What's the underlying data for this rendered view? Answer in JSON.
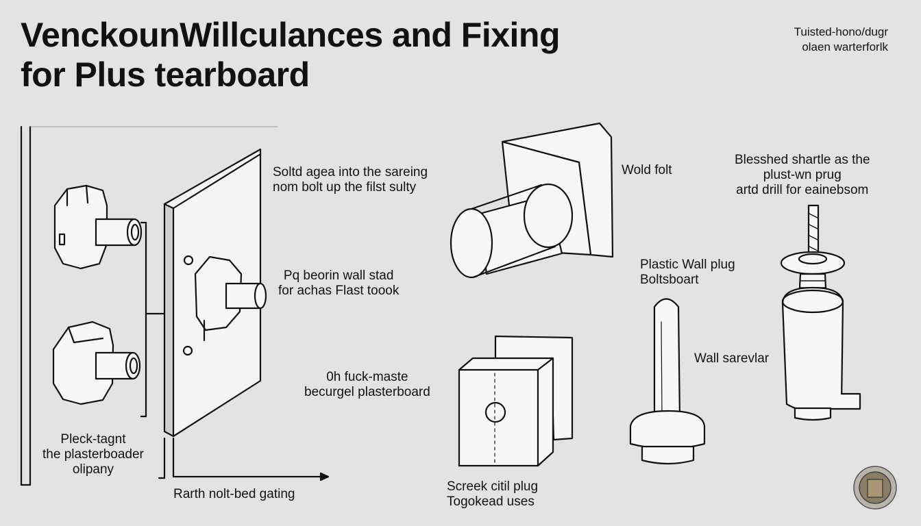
{
  "title": {
    "line1": "VenckounWillculances and Fixing",
    "line2": "for Plus tearboard"
  },
  "corner_note": {
    "line1": "Tuisted-hono/dugr",
    "line2": "olaen warterforlk"
  },
  "labels": {
    "solid_edge": {
      "line1": "Soltd agea into the sareing",
      "line2": "nom bolt up the filst sulty"
    },
    "bearing": {
      "line1": "Pq beorin wall stad",
      "line2": "for achas Flast toook"
    },
    "fleck": {
      "line1": "Pleck-tagnt",
      "line2": "the plasterboader",
      "line3": "olipany"
    },
    "earth": {
      "line1": "Rarth nolt-bed gating"
    },
    "wold": {
      "line1": "Wold folt"
    },
    "fuck_maste": {
      "line1": "0h fuck-maste",
      "line2": "becurgel plasterboard"
    },
    "screek": {
      "line1": "Screek citil plug",
      "line2": "Togokead uses"
    },
    "plastic_plug": {
      "line1": "Plastic Wall plug",
      "line2": "Boltsboart"
    },
    "blesshed": {
      "line1": "Blesshed shartle as the",
      "line2": "plust-wn prug",
      "line3": "artd drill for eainebsom"
    },
    "wall_sarevlar": {
      "line1": "Wall sarevlar"
    }
  },
  "colors": {
    "background": "#e3e3e3",
    "ink": "#111111",
    "fill": "#f7f7f7"
  }
}
